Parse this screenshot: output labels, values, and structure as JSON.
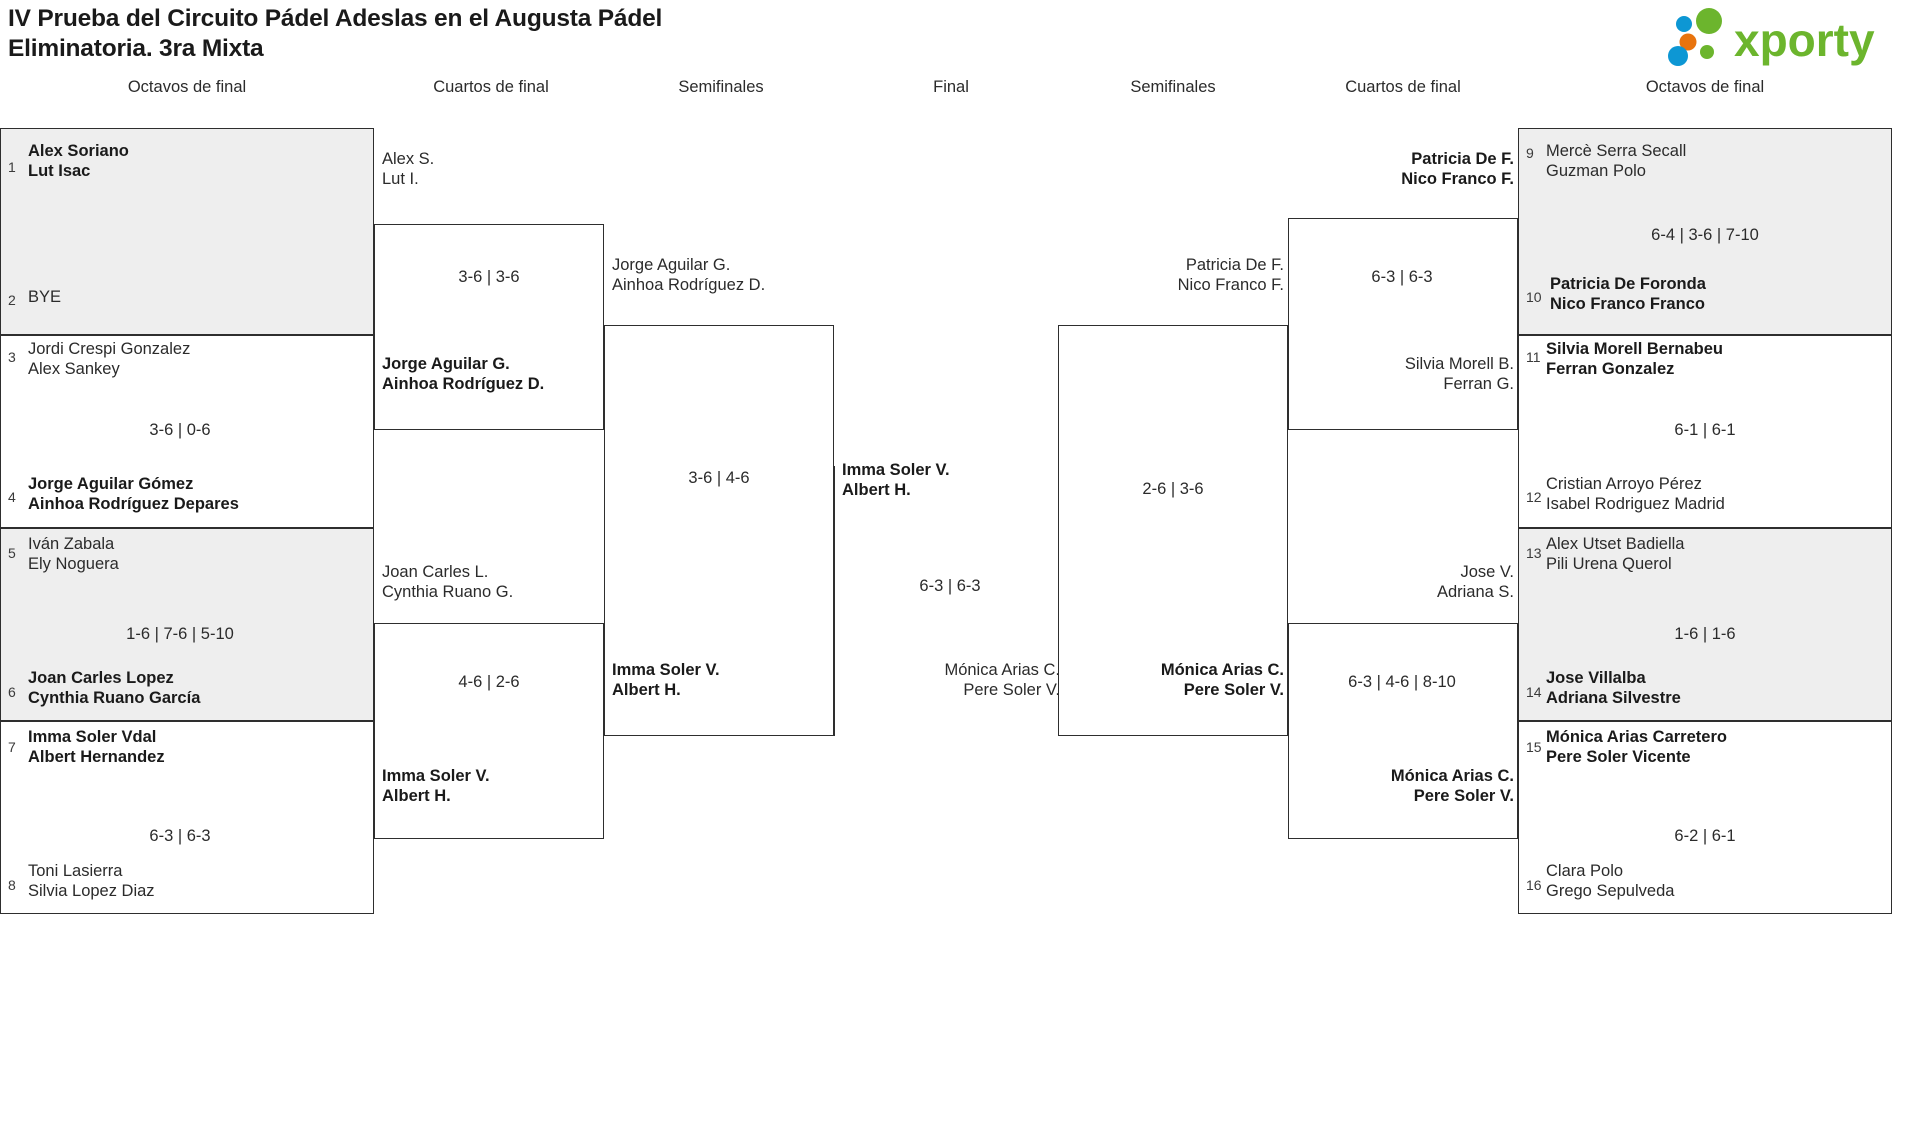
{
  "header": {
    "title_line1": "IV Prueba del Circuito Pádel Adeslas en el Augusta Pádel",
    "title_line2": "Eliminatoria. 3ra Mixta",
    "logo_text": "xporty",
    "logo_colors": {
      "green": "#6cb52d",
      "blue": "#0d97d4",
      "orange": "#e8730d"
    }
  },
  "round_headers": {
    "left_r16": "Octavos de final",
    "left_qf": "Cuartos de final",
    "left_sf": "Semifinales",
    "final": "Final",
    "right_sf": "Semifinales",
    "right_qf": "Cuartos de final",
    "right_r16": "Octavos de final"
  },
  "left_r16": [
    {
      "seed": "1",
      "p1": "Alex Soriano",
      "p2": "Lut Isac",
      "winner": true
    },
    {
      "seed": "2",
      "p1": "BYE",
      "p2": "",
      "winner": false
    },
    {
      "seed": "3",
      "p1": "Jordi Crespi Gonzalez",
      "p2": "Alex Sankey",
      "winner": false
    },
    {
      "seed": "4",
      "p1": "Jorge Aguilar Gómez",
      "p2": "Ainhoa Rodríguez Depares",
      "winner": true
    },
    {
      "seed": "5",
      "p1": "Iván Zabala",
      "p2": "Ely Noguera",
      "winner": false
    },
    {
      "seed": "6",
      "p1": "Joan Carles Lopez",
      "p2": "Cynthia Ruano García",
      "winner": true
    },
    {
      "seed": "7",
      "p1": "Imma Soler Vdal",
      "p2": "Albert Hernandez",
      "winner": true
    },
    {
      "seed": "8",
      "p1": "Toni Lasierra",
      "p2": "Silvia Lopez Diaz",
      "winner": false
    }
  ],
  "left_r16_scores": [
    "",
    "3-6 | 0-6",
    "1-6 | 7-6 | 5-10",
    "6-3 | 6-3"
  ],
  "left_qf": [
    {
      "p1": "Alex S.",
      "p2": "Lut I.",
      "winner": false
    },
    {
      "p1": "Jorge Aguilar G.",
      "p2": "Ainhoa Rodríguez D.",
      "winner": true
    },
    {
      "p1": "Joan Carles L.",
      "p2": "Cynthia Ruano G.",
      "winner": false
    },
    {
      "p1": "Imma Soler V.",
      "p2": "Albert H.",
      "winner": true
    }
  ],
  "left_qf_scores": [
    "3-6 | 3-6",
    "4-6 | 2-6"
  ],
  "left_sf": [
    {
      "p1": "Jorge Aguilar G.",
      "p2": "Ainhoa Rodríguez D.",
      "winner": false
    },
    {
      "p1": "Imma Soler V.",
      "p2": "Albert H.",
      "winner": true
    }
  ],
  "left_sf_scores": [
    "3-6 | 4-6"
  ],
  "final": [
    {
      "p1": "Imma Soler V.",
      "p2": "Albert H.",
      "winner": true
    },
    {
      "p1": "Mónica Arias C.",
      "p2": "Pere Soler V.",
      "winner": false
    }
  ],
  "final_scores": [
    "6-3 | 6-3"
  ],
  "right_sf": [
    {
      "p1": "Patricia De F.",
      "p2": "Nico Franco F.",
      "winner": false
    },
    {
      "p1": "Mónica Arias C.",
      "p2": "Pere Soler V.",
      "winner": true
    }
  ],
  "right_sf_scores": [
    "2-6 | 3-6"
  ],
  "right_qf": [
    {
      "p1": "Patricia De F.",
      "p2": "Nico Franco F.",
      "winner": true
    },
    {
      "p1": "Silvia Morell B.",
      "p2": "Ferran G.",
      "winner": false
    },
    {
      "p1": "Jose V.",
      "p2": "Adriana S.",
      "winner": false
    },
    {
      "p1": "Mónica Arias C.",
      "p2": "Pere Soler V.",
      "winner": true
    }
  ],
  "right_qf_scores": [
    "6-3 | 6-3",
    "6-3 | 4-6 | 8-10"
  ],
  "right_r16": [
    {
      "seed": "9",
      "p1": "Mercè Serra Secall",
      "p2": "Guzman Polo",
      "winner": false
    },
    {
      "seed": "10",
      "p1": "Patricia De Foronda",
      "p2": "Nico Franco Franco",
      "winner": true
    },
    {
      "seed": "11",
      "p1": "Silvia Morell Bernabeu",
      "p2": "Ferran Gonzalez",
      "winner": true
    },
    {
      "seed": "12",
      "p1": "Cristian Arroyo Pérez",
      "p2": "Isabel Rodriguez Madrid",
      "winner": false
    },
    {
      "seed": "13",
      "p1": "Alex Utset Badiella",
      "p2": "Pili Urena Querol",
      "winner": false
    },
    {
      "seed": "14",
      "p1": "Jose Villalba",
      "p2": "Adriana Silvestre",
      "winner": true
    },
    {
      "seed": "15",
      "p1": "Mónica Arias Carretero",
      "p2": "Pere Soler Vicente",
      "winner": true
    },
    {
      "seed": "16",
      "p1": "Clara Polo",
      "p2": "Grego Sepulveda",
      "winner": false
    }
  ],
  "right_r16_scores": [
    "6-4 | 3-6 | 7-10",
    "6-1 | 6-1",
    "1-6 | 1-6",
    "6-2 | 6-1"
  ]
}
